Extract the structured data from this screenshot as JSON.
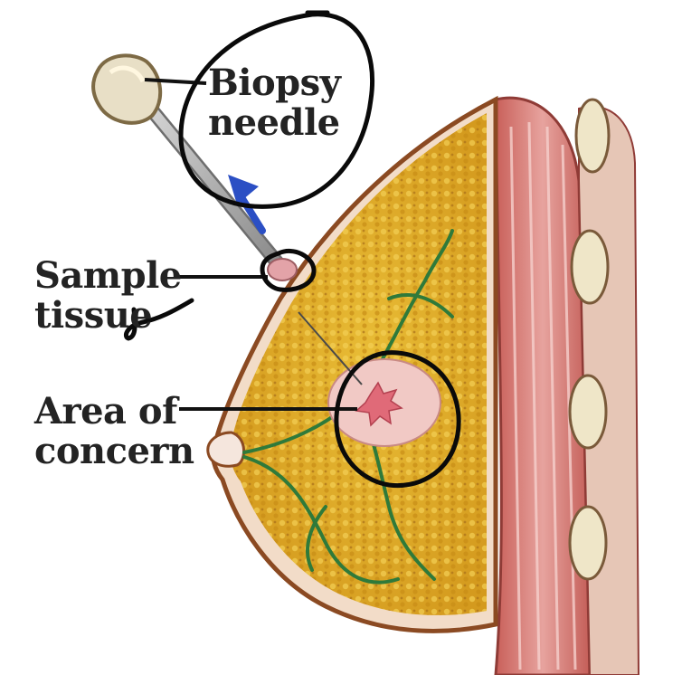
{
  "labels": {
    "biopsy_needle": {
      "line1": "Biopsy",
      "line2": "needle"
    },
    "sample_tissue": {
      "line1": "Sample",
      "line2": "tissue"
    },
    "area_of_concern": {
      "line1": "Area of",
      "line2": "concern"
    }
  },
  "colors": {
    "background": "#ffffff",
    "fat_tissue": "#e4b42c",
    "breast_outline": "#8b4a22",
    "muscle": "#d98a86",
    "rib": "#efe6c8",
    "glands": "#2f7a3a",
    "lesion": "#f1c9c5",
    "needle": "#b3b3b3",
    "arrow": "#2b4fc4",
    "ink": "#111111"
  },
  "icons": [
    "biopsy-needle-icon",
    "direction-arrow-icon"
  ]
}
